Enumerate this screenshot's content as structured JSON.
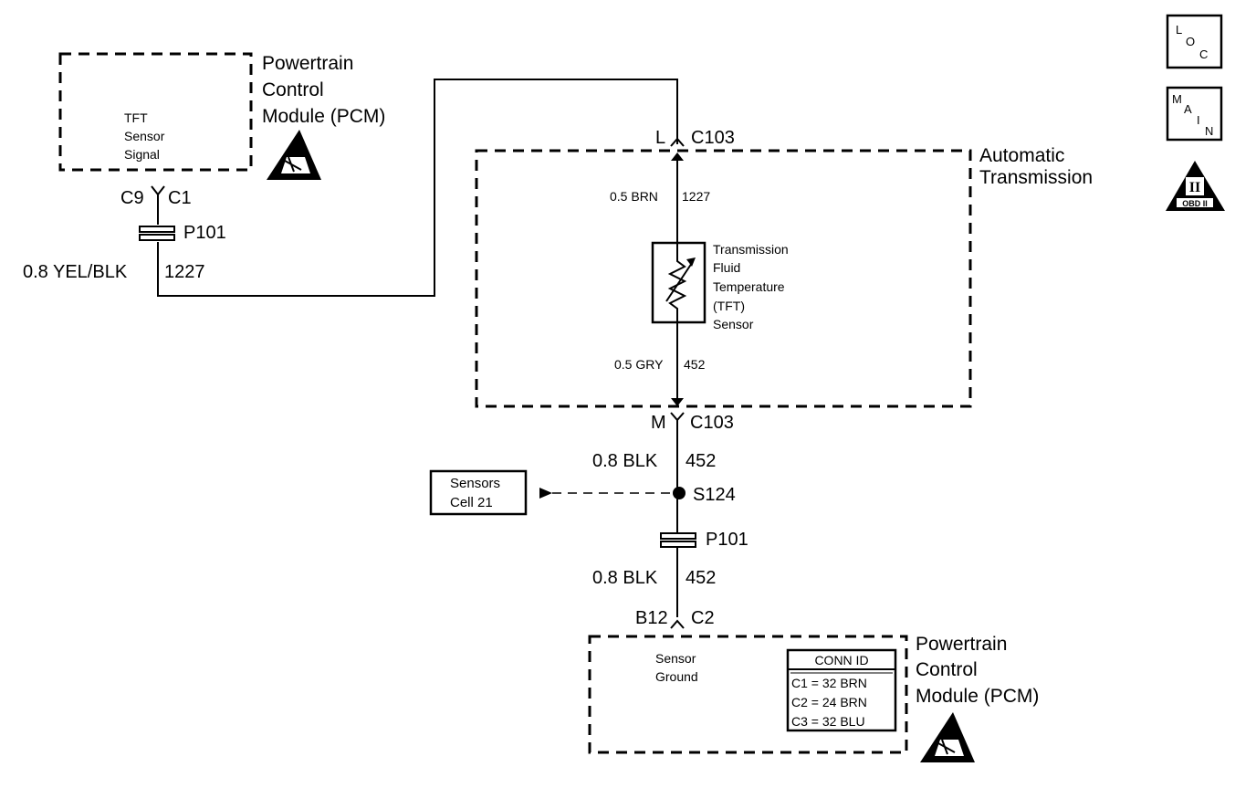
{
  "pcm_top": {
    "title_lines": [
      "Powertrain",
      "Control",
      "Module (PCM)"
    ],
    "inner_lines": [
      "TFT",
      "Sensor",
      "Signal"
    ],
    "pin_left": "C9",
    "pin_right": "C1"
  },
  "p101_top": {
    "label": "P101"
  },
  "wire_1227": {
    "size_color": "0.8 YEL/BLK",
    "circuit": "1227"
  },
  "c103_top": {
    "pin": "L",
    "connector": "C103"
  },
  "auto_trans": {
    "title_lines": [
      "Automatic",
      "Transmission"
    ],
    "wire_upper": {
      "size_color": "0.5 BRN",
      "circuit": "1227"
    },
    "sensor_lines": [
      "Transmission",
      "Fluid",
      "Temperature",
      "(TFT)",
      "Sensor"
    ],
    "wire_lower": {
      "size_color": "0.5 GRY",
      "circuit": "452"
    }
  },
  "c103_bottom": {
    "pin": "M",
    "connector": "C103"
  },
  "wire_452_upper": {
    "size_color": "0.8 BLK",
    "circuit": "452"
  },
  "splice": {
    "label": "S124"
  },
  "sensors_cell": {
    "lines": [
      "Sensors",
      "Cell 21"
    ]
  },
  "p101_bottom": {
    "label": "P101"
  },
  "wire_452_lower": {
    "size_color": "0.8 BLK",
    "circuit": "452"
  },
  "pcm_bottom_pins": {
    "pin": "B12",
    "connector": "C2"
  },
  "pcm_bottom": {
    "title_lines": [
      "Powertrain",
      "Control",
      "Module (PCM)"
    ],
    "inner_lines": [
      "Sensor",
      "Ground"
    ],
    "conn_id": {
      "header": "CONN ID",
      "rows": [
        "C1 = 32 BRN",
        "C2 = 24 BRN",
        "C3 = 32 BLU"
      ]
    }
  },
  "icons": {
    "loc": [
      "L",
      "O",
      "C"
    ],
    "main": [
      "M",
      "A",
      "I",
      "N"
    ],
    "obd": {
      "numeral": "II",
      "label": "OBD II"
    }
  }
}
